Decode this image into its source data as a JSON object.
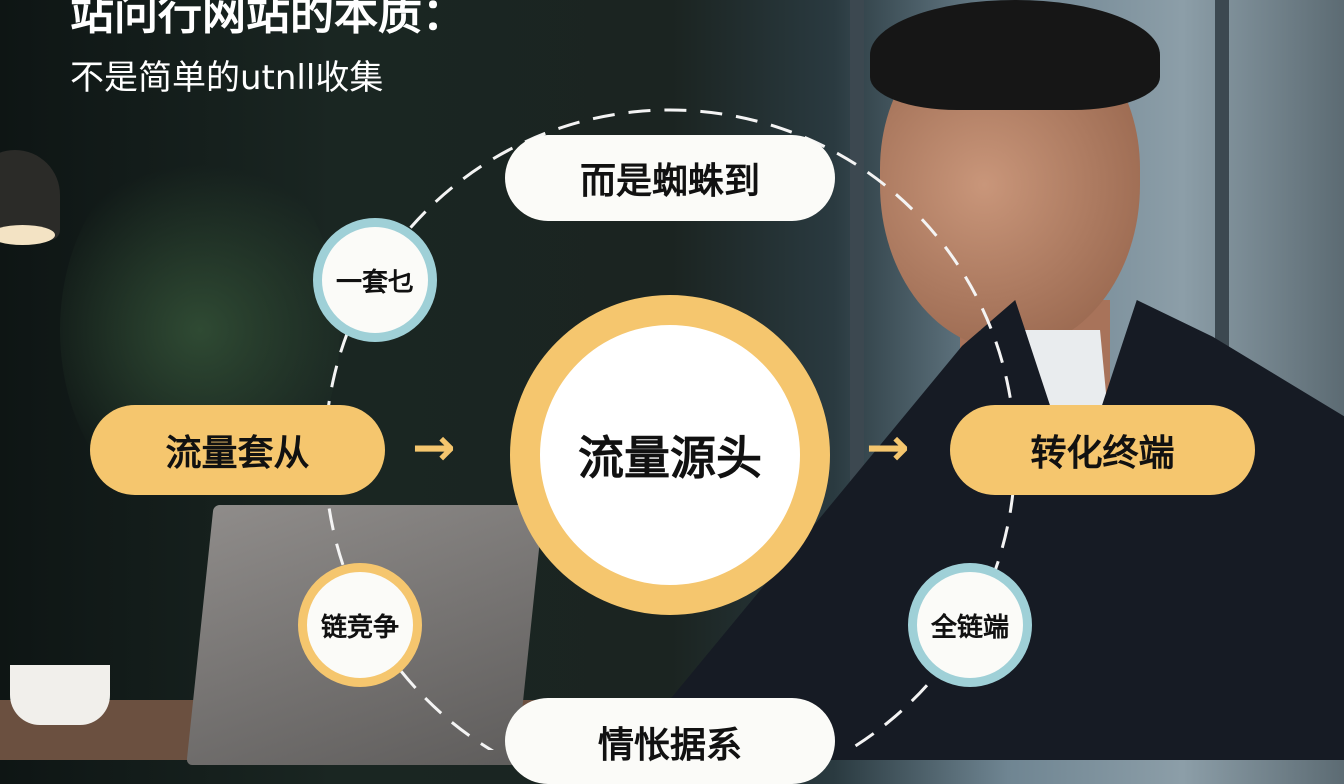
{
  "header": {
    "title": "站问行网站的本质：",
    "subtitle": "不是简单的utnll收集"
  },
  "diagram": {
    "center": "流量源头",
    "top": "而是蜘蛛到",
    "left": "流量套从",
    "right": "转化终端",
    "bottom": "情怅据系",
    "top_left_bubble": "一套乜",
    "bottom_left_bubble": "链竞争",
    "bottom_right_bubble": "全链端",
    "arrow_icon": "arrow-right"
  },
  "colors": {
    "accent_orange": "#f5c66e",
    "accent_teal": "#9fd0d7",
    "pill_white": "#fbfbf8"
  }
}
